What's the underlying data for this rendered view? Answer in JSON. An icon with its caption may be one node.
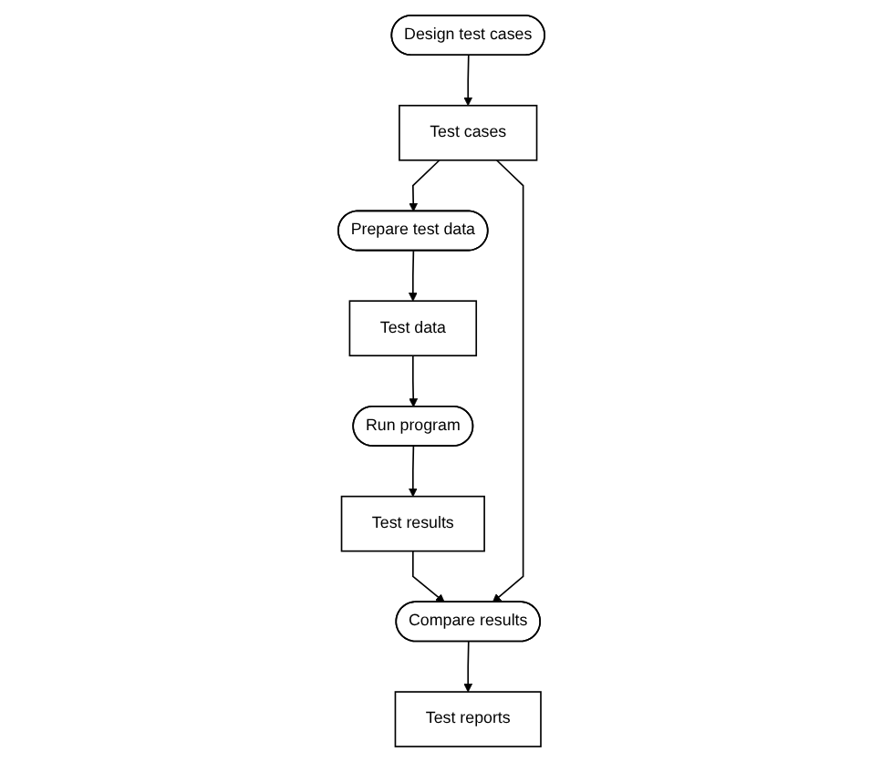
{
  "diagram": {
    "nodes": [
      {
        "text": [
          "Test cases"
        ]
      },
      {
        "text": [
          "Design test cases"
        ]
      },
      {
        "text": [
          "Test data"
        ]
      },
      {
        "text": [
          "Prepare test data"
        ]
      },
      {
        "text": [
          "Test results"
        ]
      },
      {
        "text": [
          "Run program"
        ]
      },
      {
        "text": [
          "Test reports"
        ]
      },
      {
        "text": [
          "Compare results"
        ]
      }
    ],
    "edges": [
      {
        "from": 1,
        "to": 0,
        "arrow": "to"
      },
      {
        "from": 0,
        "to": 3,
        "arrow": "to"
      },
      {
        "from": 3,
        "to": 2,
        "arrow": "to"
      },
      {
        "from": 2,
        "to": 5,
        "arrow": "to"
      },
      {
        "from": 5,
        "to": 4,
        "arrow": "to"
      },
      {
        "from": 4,
        "to": 7,
        "arrow": "to"
      },
      {
        "from": 7,
        "to": 6,
        "arrow": "to"
      },
      {
        "from": 0,
        "to": 7,
        "arrow": "to"
      }
    ]
  }
}
